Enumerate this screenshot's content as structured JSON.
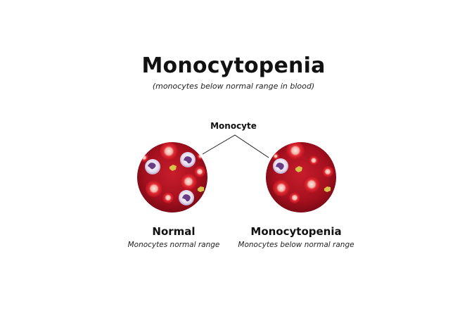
{
  "title": "Monocytopenia",
  "subtitle": "(monocytes below normal range in blood)",
  "callout_label": "Monocyte",
  "panels": [
    {
      "title": "Normal",
      "caption": "Monocytes normal range"
    },
    {
      "title": "Monocytopenia",
      "caption": "Monocytes below normal range"
    }
  ],
  "colors": {
    "plasma": "#a8101f",
    "red_cell": "#d61e2a",
    "red_cell_center": "#f4d9cf",
    "monocyte": "#ede6f3",
    "monocyte_nucleus": "#6a3c86",
    "platelet": "#d8c24a"
  }
}
